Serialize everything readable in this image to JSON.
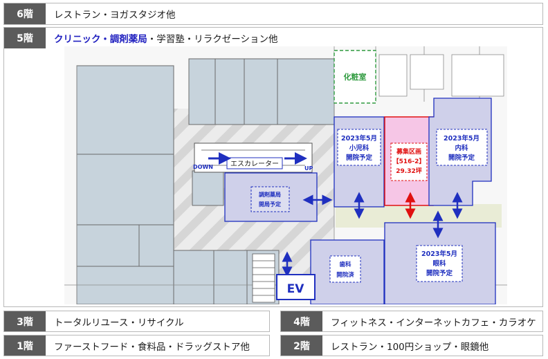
{
  "floors": {
    "f6": {
      "tag": "6階",
      "desc": "レストラン・ヨガスタジオ他"
    },
    "f5": {
      "tag": "5階",
      "desc_highlight": "クリニック・調剤薬局",
      "desc_rest": "・学習塾・リラクゼーション他"
    },
    "f3": {
      "tag": "3階",
      "desc": "トータルリユース・リサイクル"
    },
    "f4": {
      "tag": "4階",
      "desc": "フィットネス・インターネットカフェ・カラオケ"
    },
    "f1": {
      "tag": "1階",
      "desc": "ファーストフード・食料品・ドラッグストア他"
    },
    "f2": {
      "tag": "2階",
      "desc": "レストラン・100円ショップ・眼鏡他"
    }
  },
  "plan": {
    "escalator": "エスカレーター",
    "down": "DOWN",
    "up": "UP",
    "ev": "EV",
    "restroom": "化粧室",
    "pharmacy": {
      "line1": "調剤薬局",
      "line2": "開局予定"
    },
    "pediatrics": {
      "line1": "2023年5月",
      "line2": "小児科",
      "line3": "開院予定"
    },
    "recruit": {
      "line1": "募集区画",
      "line2": "【516-2】",
      "line3": "29.32坪"
    },
    "internal": {
      "line1": "2023年5月",
      "line2": "内科",
      "line3": "開院予定"
    },
    "dental": {
      "line1": "歯科",
      "line2": "開院済"
    },
    "ophthalmology": {
      "line1": "2023年5月",
      "line2": "眼科",
      "line3": "開院予定"
    }
  },
  "colors": {
    "tag_bg": "#5b5b5b",
    "highlight": "#1f1fbf",
    "clinic_fill": "#cfd0ea",
    "clinic_border": "#1f2fbf",
    "recruit_fill": "#f6c6e6",
    "recruit_border": "#e01010",
    "restroom": "#2e9a3e"
  }
}
